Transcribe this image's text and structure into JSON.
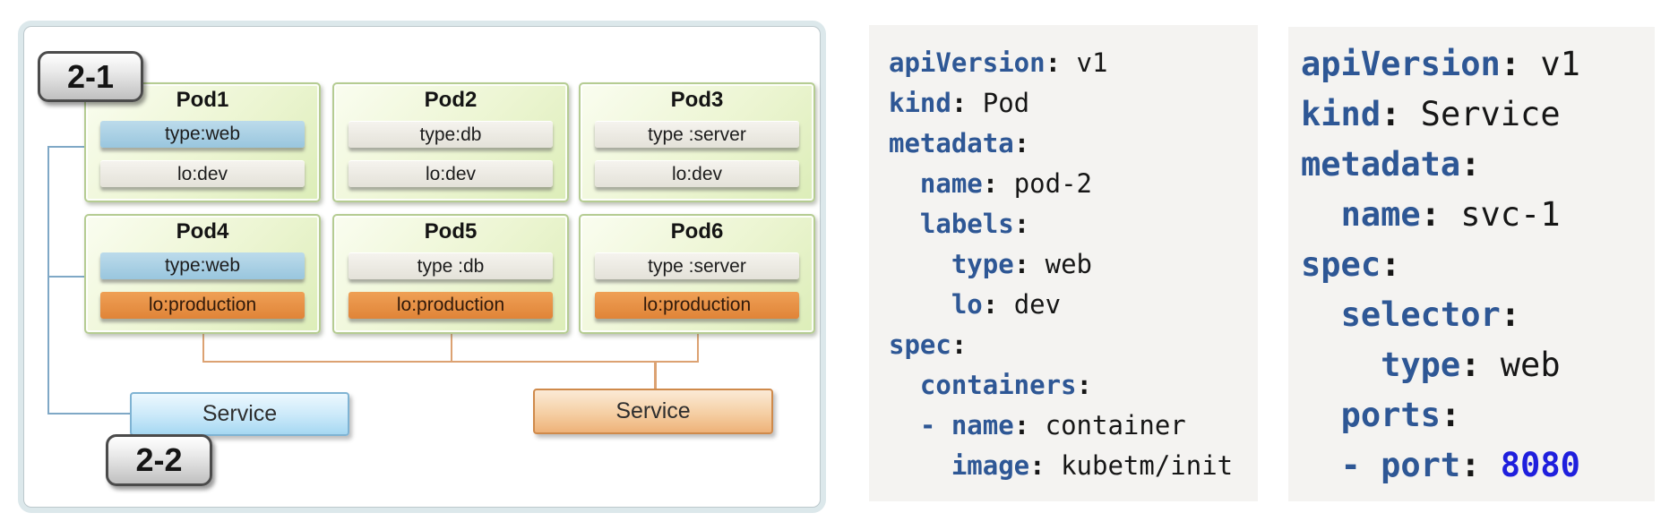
{
  "diagram": {
    "badges": {
      "top": "2-1",
      "bottom": "2-2"
    },
    "pods": [
      {
        "name": "Pod1",
        "type_label": "type:web",
        "type_variant": "blue",
        "lo_label": "lo:dev",
        "lo_variant": "gray"
      },
      {
        "name": "Pod2",
        "type_label": "type:db",
        "type_variant": "gray",
        "lo_label": "lo:dev",
        "lo_variant": "gray"
      },
      {
        "name": "Pod3",
        "type_label": "type :server",
        "type_variant": "gray",
        "lo_label": "lo:dev",
        "lo_variant": "gray"
      },
      {
        "name": "Pod4",
        "type_label": "type:web",
        "type_variant": "blue",
        "lo_label": "lo:production",
        "lo_variant": "orange"
      },
      {
        "name": "Pod5",
        "type_label": "type :db",
        "type_variant": "gray",
        "lo_label": "lo:production",
        "lo_variant": "orange"
      },
      {
        "name": "Pod6",
        "type_label": "type :server",
        "type_variant": "gray",
        "lo_label": "lo:production",
        "lo_variant": "orange"
      }
    ],
    "services": [
      {
        "label": "Service",
        "variant": "blue"
      },
      {
        "label": "Service",
        "variant": "orange"
      }
    ],
    "colors": {
      "pod_fill": "#e7f3cb",
      "pod_border": "#b5cc92",
      "label_blue": "#a6cee3",
      "label_gray": "#ebe9e1",
      "label_orange": "#e68f43",
      "service_blue": "#bde2f7",
      "service_blue_border": "#7fb3d3",
      "service_orange": "#f3c392",
      "service_orange_border": "#cf8a4b",
      "connector_blue": "#7fa8c6",
      "connector_orange": "#dca272",
      "panel_frame": "#dce8eb"
    }
  },
  "pod_yaml": {
    "background": "#f4f3f1",
    "key_color": "#2e5795",
    "lines": [
      {
        "p": "",
        "k": "apiVersion",
        "s": ": ",
        "v": "v1"
      },
      {
        "p": "",
        "k": "kind",
        "s": ": ",
        "v": "Pod"
      },
      {
        "p": "",
        "k": "metadata",
        "s": ":",
        "v": ""
      },
      {
        "p": "  ",
        "k": "name",
        "s": ": ",
        "v": "pod-2"
      },
      {
        "p": "  ",
        "k": "labels",
        "s": ":",
        "v": ""
      },
      {
        "p": "    ",
        "k": "type",
        "s": ": ",
        "v": "web"
      },
      {
        "p": "    ",
        "k": "lo",
        "s": ": ",
        "v": "dev"
      },
      {
        "p": "",
        "k": "spec",
        "s": ":",
        "v": ""
      },
      {
        "p": "  ",
        "k": "containers",
        "s": ":",
        "v": ""
      },
      {
        "p": "  - ",
        "k": "name",
        "s": ": ",
        "v": "container"
      },
      {
        "p": "    ",
        "k": "image",
        "s": ": ",
        "v": "kubetm/init"
      }
    ]
  },
  "service_yaml": {
    "background": "#f4f3f1",
    "key_color": "#2e5795",
    "port_color": "#1f1fdd",
    "lines": [
      {
        "p": "",
        "k": "apiVersion",
        "s": ": ",
        "v": "v1"
      },
      {
        "p": "",
        "k": "kind",
        "s": ": ",
        "v": "Service"
      },
      {
        "p": "",
        "k": "metadata",
        "s": ":",
        "v": ""
      },
      {
        "p": "  ",
        "k": "name",
        "s": ": ",
        "v": "svc-1"
      },
      {
        "p": "",
        "k": "spec",
        "s": ":",
        "v": ""
      },
      {
        "p": "  ",
        "k": "selector",
        "s": ":",
        "v": ""
      },
      {
        "p": "    ",
        "k": "type",
        "s": ": ",
        "v": "web"
      },
      {
        "p": "  ",
        "k": "ports",
        "s": ":",
        "v": ""
      },
      {
        "p": "  - ",
        "k": "port",
        "s": ": ",
        "v": "8080"
      }
    ]
  }
}
